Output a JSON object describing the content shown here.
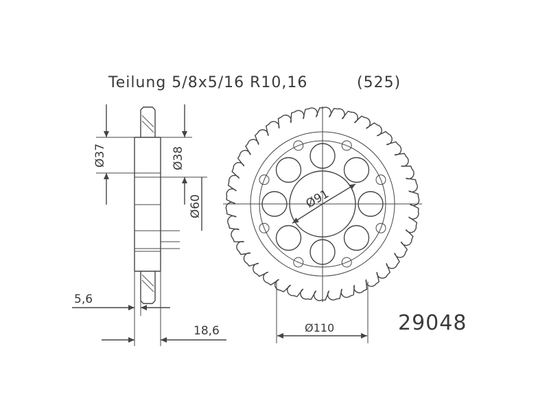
{
  "header": {
    "title": "Teilung 5/8x5/16 R10,16",
    "pitch_code": "(525)"
  },
  "part_number": "29048",
  "side_view": {
    "dim_37": "Ø37",
    "dim_38": "Ø38",
    "dim_60": "Ø60",
    "dim_5_6": "5,6",
    "dim_18_6": "18,6"
  },
  "front_view": {
    "dim_91": "Ø91",
    "dim_110": "Ø110"
  },
  "colors": {
    "stroke": "#444444",
    "background": "#ffffff"
  }
}
